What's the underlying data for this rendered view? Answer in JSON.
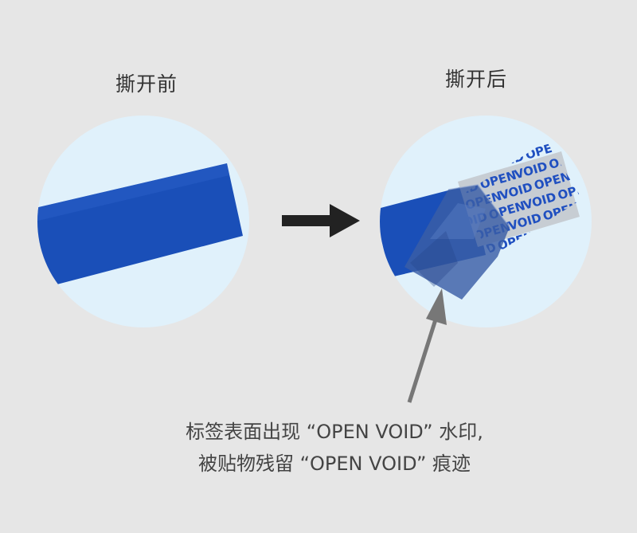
{
  "labels": {
    "before": "撕开前",
    "after": "撕开后"
  },
  "watermark": {
    "word1": "OPEN",
    "word2": "VOID"
  },
  "caption": {
    "line1": "标签表面出现 “OPEN VOID” 水印,",
    "line2": "被贴物残留 “OPEN VOID” 痕迹"
  },
  "colors": {
    "background": "#e6e6e6",
    "circle": "#e0f1fb",
    "tape": "#1a4fb8",
    "arrow": "#222222",
    "pointer": "#777777",
    "residue": "#c7cdd3",
    "watermark_text": "#1f4fc0"
  }
}
